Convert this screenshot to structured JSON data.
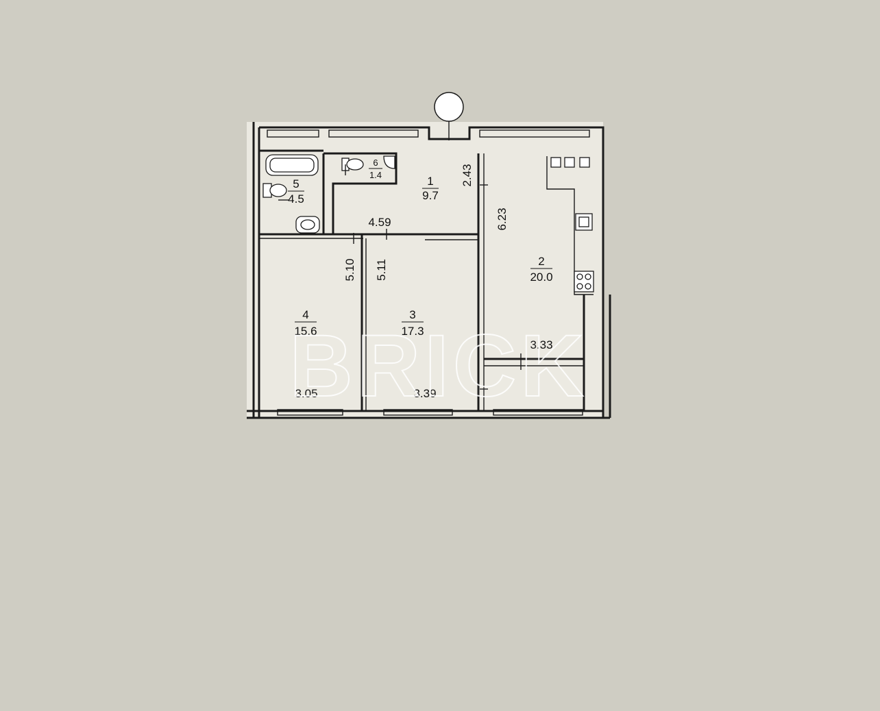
{
  "watermark": "BRICK",
  "rooms": [
    {
      "id": "1",
      "number": "1",
      "area": "9.7"
    },
    {
      "id": "2",
      "number": "2",
      "area": "20.0"
    },
    {
      "id": "3",
      "number": "3",
      "area": "17.3"
    },
    {
      "id": "4",
      "number": "4",
      "area": "15.6"
    },
    {
      "id": "5",
      "number": "5",
      "area": "4.5"
    },
    {
      "id": "6",
      "number": "6",
      "area": "1.4"
    }
  ],
  "dimensions": {
    "hall_width": "4.59",
    "hall_depth": "2.43",
    "kitchen_depth": "6.23",
    "kitchen_width": "3.33",
    "room4_depth": "5.10",
    "room3_depth": "5.11",
    "room4_width": "3.05",
    "room3_width": "3.39"
  },
  "colors": {
    "background": "#cfcdc3",
    "line": "#1b1b1b",
    "plan_fill": "#ebe9e1"
  },
  "icons": [
    "entrance-circle-icon",
    "bathtub-icon",
    "toilet-icon",
    "sink-icon",
    "stove-icon",
    "kitchen-sink-icon"
  ]
}
